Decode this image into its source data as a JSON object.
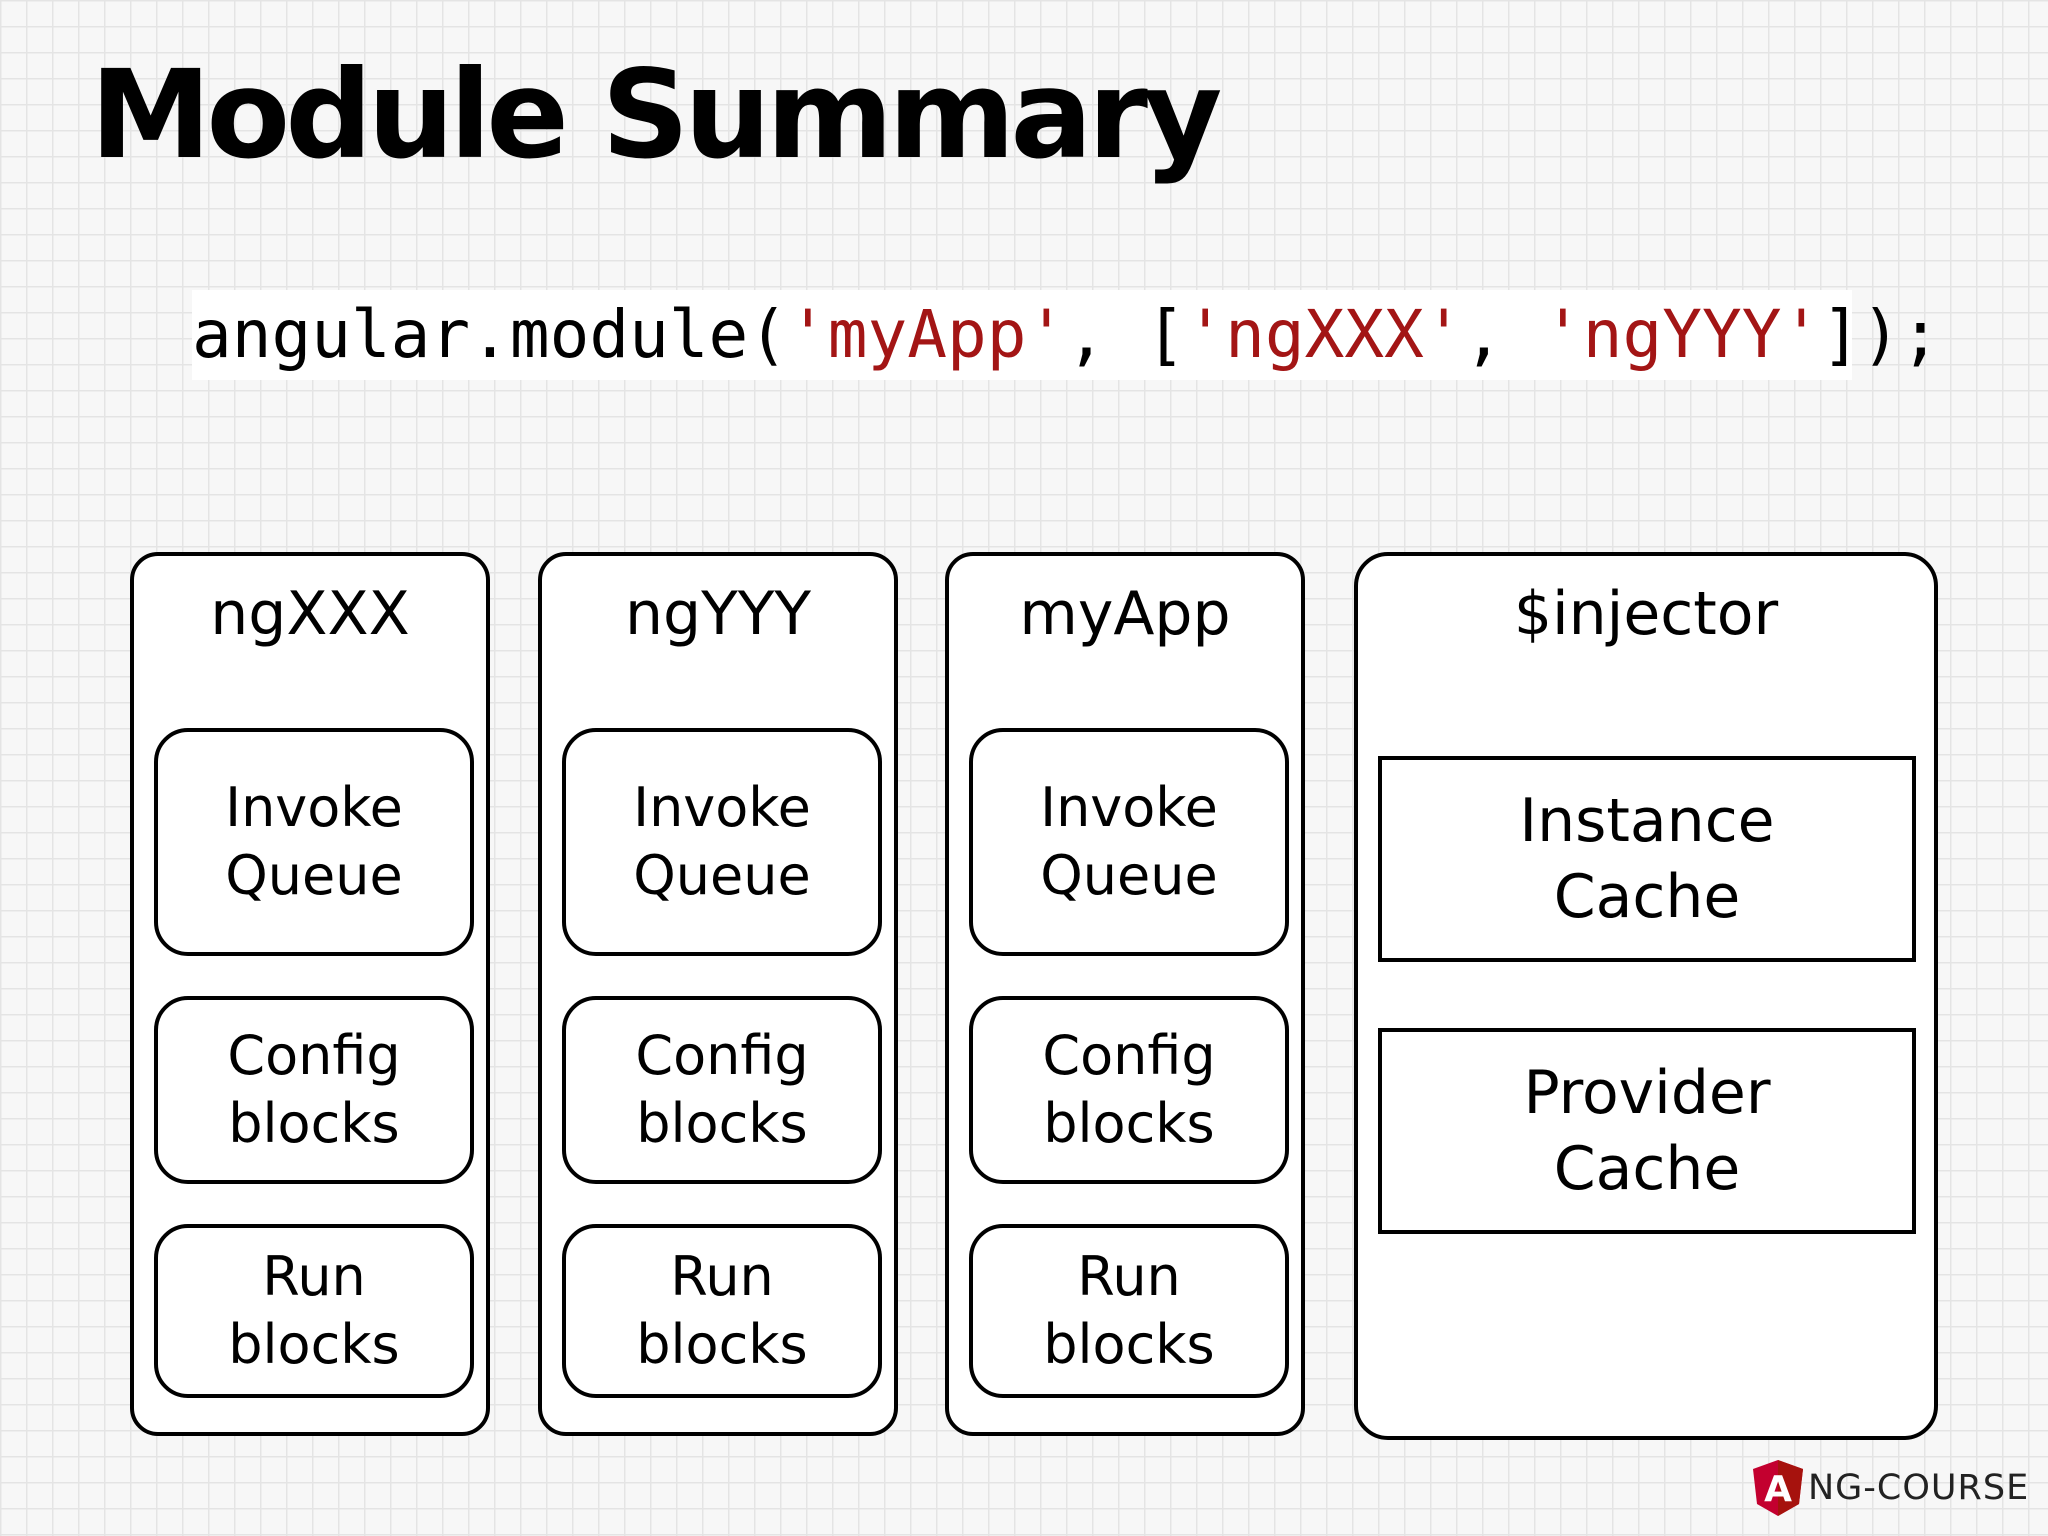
{
  "title": "Module Summary",
  "code": {
    "prefix": "angular.module(",
    "app_string": "'myApp'",
    "sep1": ", [",
    "dep1_string": "'ngXXX'",
    "sep2": ", ",
    "dep2_string": "'ngYYY'",
    "suffix": "]);"
  },
  "modules": [
    {
      "name": "ngXXX",
      "blocks": [
        "Invoke\nQueue",
        "Config\nblocks",
        "Run\nblocks"
      ]
    },
    {
      "name": "ngYYY",
      "blocks": [
        "Invoke\nQueue",
        "Config\nblocks",
        "Run\nblocks"
      ]
    },
    {
      "name": "myApp",
      "blocks": [
        "Invoke\nQueue",
        "Config\nblocks",
        "Run\nblocks"
      ]
    }
  ],
  "injector": {
    "name": "$injector",
    "caches": [
      "Instance\nCache",
      "Provider\nCache"
    ]
  },
  "logo": {
    "text": "NG-COURSE",
    "icon": "angular-shield-icon",
    "icon_letter": "A",
    "colors": {
      "shield": "#c3002f",
      "shield_dark": "#a6120d"
    }
  },
  "colors": {
    "string": "#a31515",
    "code": "#000000"
  }
}
